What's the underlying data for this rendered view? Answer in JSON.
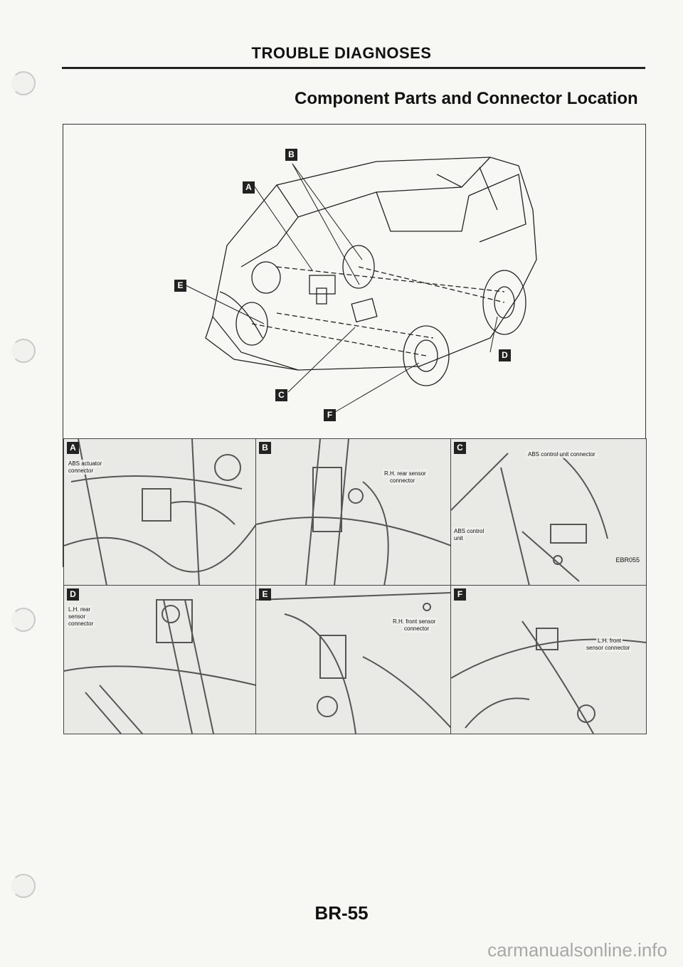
{
  "header": {
    "title": "TROUBLE DIAGNOSES"
  },
  "section": {
    "title": "Component Parts and Connector Location"
  },
  "overview": {
    "callouts": [
      "A",
      "B",
      "C",
      "D",
      "E",
      "F"
    ]
  },
  "panels": [
    {
      "letter": "A",
      "labels": [
        "ABS actuator",
        "connector"
      ]
    },
    {
      "letter": "B",
      "labels": [
        "R.H. rear sensor",
        "connector"
      ]
    },
    {
      "letter": "C",
      "labels": [
        "ABS control unit connector",
        "ABS control",
        "unit"
      ]
    },
    {
      "letter": "D",
      "labels": [
        "L.H. rear",
        "sensor",
        "connector"
      ]
    },
    {
      "letter": "E",
      "labels": [
        "R.H. front sensor",
        "connector"
      ]
    },
    {
      "letter": "F",
      "labels": [
        "L.H. front",
        "sensor connector"
      ]
    }
  ],
  "figure_ref": "EBR055",
  "page_number": "BR-55",
  "watermark": "carmanualsonline.info"
}
